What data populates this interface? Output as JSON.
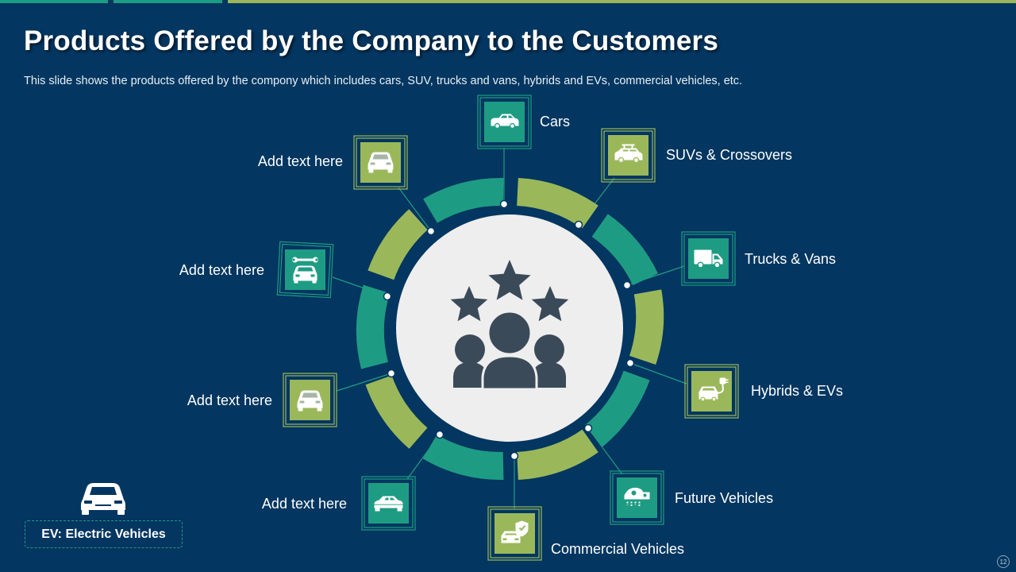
{
  "slide": {
    "title": "Products Offered by the Company to the Customers",
    "subtitle": "This slide shows the products offered by the compony which includes cars, SUV, trucks and vans, hybrids and EVs, commercial vehicles, etc.",
    "page_number": "12"
  },
  "colors": {
    "background": "#033660",
    "teal": "#1e9c83",
    "green": "#9ab85a",
    "center_disc": "#eeeeef",
    "people_icon": "#3b4a59"
  },
  "center_icon": "people-with-stars-icon",
  "products": [
    {
      "label": "Cars",
      "icon": "car-icon",
      "color": "teal"
    },
    {
      "label": "SUVs & Crossovers",
      "icon": "suv-with-roof-rack-icon",
      "color": "green"
    },
    {
      "label": "Trucks & Vans",
      "icon": "delivery-truck-icon",
      "color": "teal"
    },
    {
      "label": "Hybrids & EVs",
      "icon": "ev-charging-car-icon",
      "color": "green"
    },
    {
      "label": "Future Vehicles",
      "icon": "futuristic-car-icon",
      "color": "teal"
    },
    {
      "label": "Commercial Vehicles",
      "icon": "car-with-shield-icon",
      "color": "green"
    },
    {
      "label": "Add text here",
      "icon": "sedan-icon",
      "color": "teal"
    },
    {
      "label": "Add text here",
      "icon": "car-front-icon",
      "color": "green"
    },
    {
      "label": "Add text here",
      "icon": "car-repair-wrench-icon",
      "color": "teal"
    },
    {
      "label": "Add text here",
      "icon": "car-front-icon",
      "color": "green"
    }
  ],
  "legend": {
    "icon": "car-front-icon",
    "text": "EV: Electric Vehicles"
  }
}
